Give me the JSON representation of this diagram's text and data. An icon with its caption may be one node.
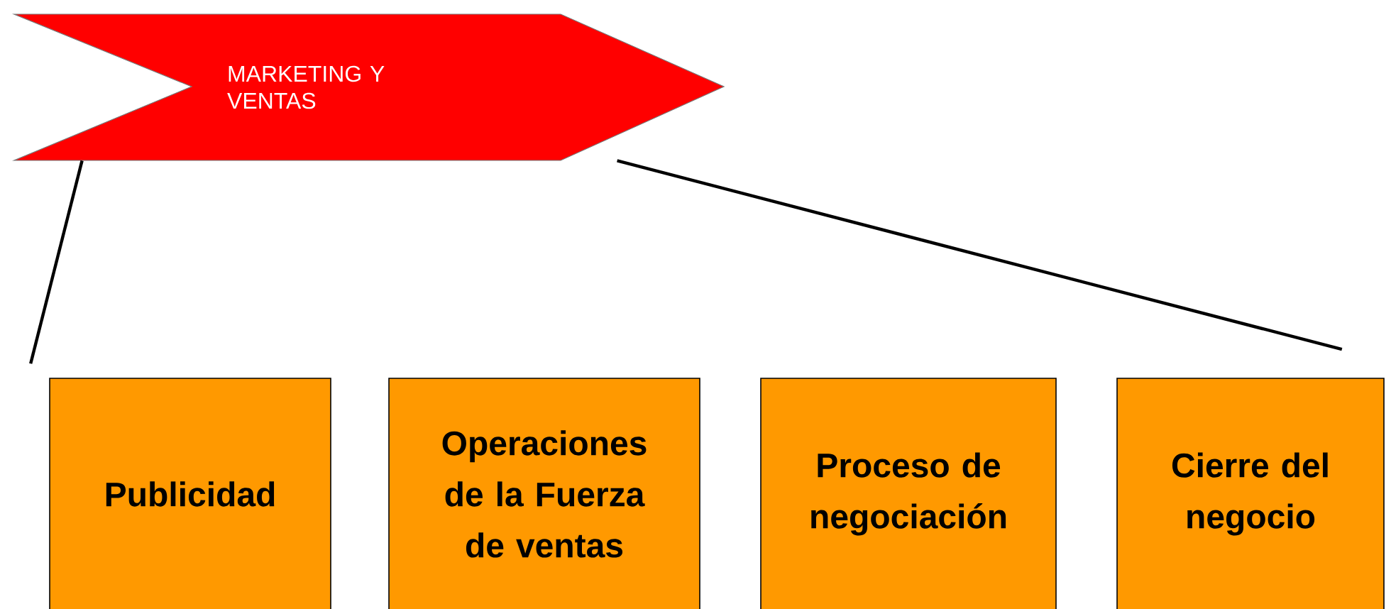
{
  "diagram": {
    "nodes": [
      {
        "text": [
          "MARKETING Y VENTAS"
        ]
      },
      {
        "text": [
          "Publicidad"
        ]
      },
      {
        "text": [
          "Operaciones de la Fuerza de ventas"
        ]
      },
      {
        "text": [
          "Proceso de negociación"
        ]
      },
      {
        "text": [
          "Cierre del negocio"
        ]
      }
    ],
    "edges": [
      {
        "from": 0,
        "to": 1,
        "arrow": "none"
      },
      {
        "from": 0,
        "to": 4,
        "arrow": "none"
      }
    ]
  }
}
